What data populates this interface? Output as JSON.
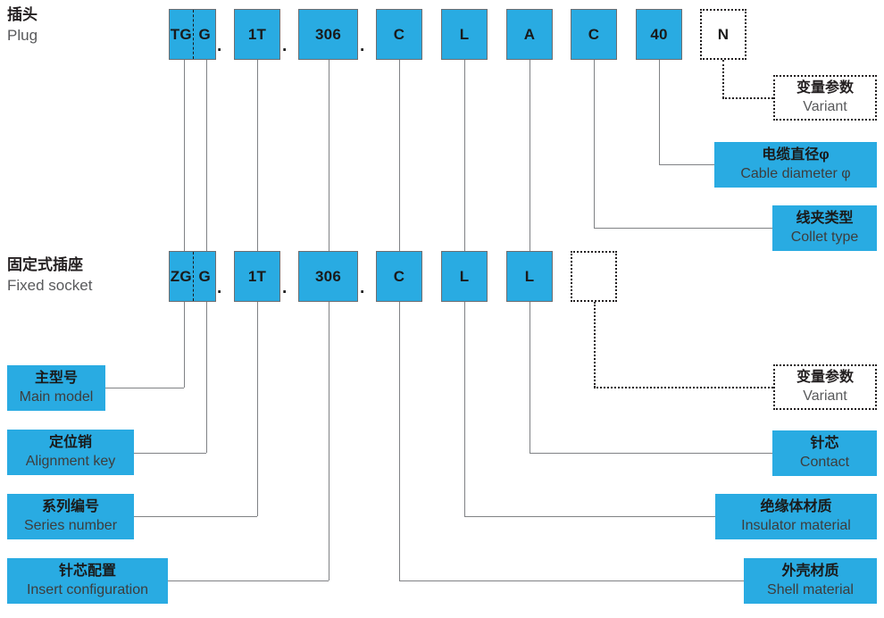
{
  "rows": [
    {
      "id": "plug",
      "heading_cn": "插头",
      "heading_en": "Plug",
      "segments": [
        {
          "name": "main-model",
          "value": "TG",
          "value2": "G",
          "split": true
        },
        {
          "name": "series-number",
          "value": "1T"
        },
        {
          "name": "insert-configuration",
          "value": "306"
        },
        {
          "name": "shell-material",
          "value": "C"
        },
        {
          "name": "insulator-material",
          "value": "L"
        },
        {
          "name": "contact",
          "value": "A"
        },
        {
          "name": "collet-type",
          "value": "C"
        },
        {
          "name": "cable-diameter",
          "value": "40"
        },
        {
          "name": "variant",
          "value": "N",
          "dashed": true
        }
      ]
    },
    {
      "id": "fixed-socket",
      "heading_cn": "固定式插座",
      "heading_en": "Fixed socket",
      "segments": [
        {
          "name": "main-model",
          "value": "ZG",
          "value2": "G",
          "split": true
        },
        {
          "name": "series-number",
          "value": "1T"
        },
        {
          "name": "insert-configuration",
          "value": "306"
        },
        {
          "name": "shell-material",
          "value": "C"
        },
        {
          "name": "insulator-material",
          "value": "L"
        },
        {
          "name": "contact",
          "value": "L"
        },
        {
          "name": "variant",
          "value": "",
          "dashed": true
        }
      ]
    }
  ],
  "separators": [
    "·",
    "·",
    "·"
  ],
  "labels_right": [
    {
      "name": "variant-top",
      "cn": "变量参数",
      "en": "Variant",
      "dashed": true
    },
    {
      "name": "cable-diameter",
      "cn": "电缆直径φ",
      "en": "Cable diameter φ",
      "dashed": false
    },
    {
      "name": "collet-type",
      "cn": "线夹类型",
      "en": "Collet type",
      "dashed": false
    },
    {
      "name": "variant-bottom",
      "cn": "变量参数",
      "en": "Variant",
      "dashed": true
    },
    {
      "name": "contact",
      "cn": "针芯",
      "en": "Contact",
      "dashed": false
    },
    {
      "name": "insulator",
      "cn": "绝缘体材质",
      "en": "Insulator material",
      "dashed": false
    },
    {
      "name": "shell",
      "cn": "外壳材质",
      "en": "Shell material",
      "dashed": false
    }
  ],
  "labels_left": [
    {
      "name": "main-model",
      "cn": "主型号",
      "en": "Main model"
    },
    {
      "name": "alignment-key",
      "cn": "定位销",
      "en": "Alignment key"
    },
    {
      "name": "series-number",
      "cn": "系列编号",
      "en": "Series number"
    },
    {
      "name": "insert-configuration",
      "cn": "针芯配置",
      "en": "Insert configuration"
    }
  ],
  "colors": {
    "accent": "#29ABE2",
    "line": "#808285",
    "text_cn": "#1a1a1a",
    "text_en": "#3d3d3d",
    "dash": "#231f20"
  }
}
